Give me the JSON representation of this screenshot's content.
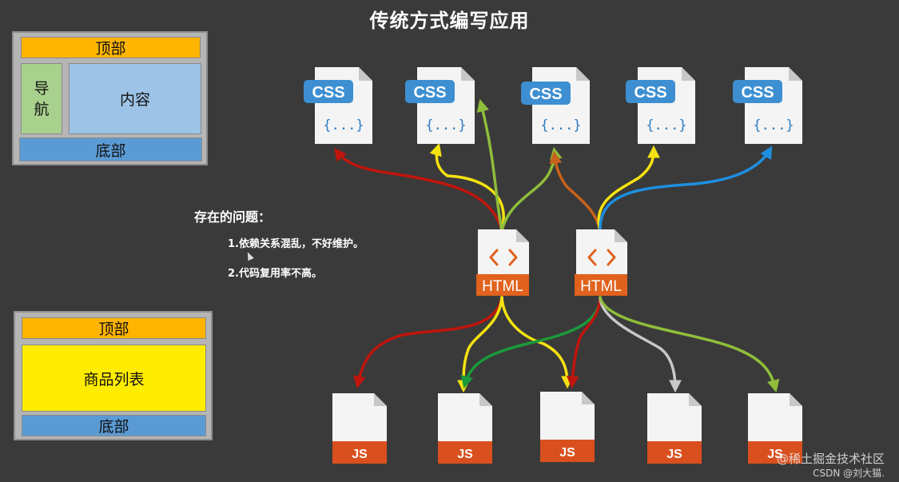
{
  "title": "传统方式编写应用",
  "layout1": {
    "header": "顶部",
    "nav": "导航",
    "content": "内容",
    "footer": "底部"
  },
  "layout2": {
    "header": "顶部",
    "list": "商品列表",
    "footer": "底部"
  },
  "problems": {
    "heading": "存在的问题：",
    "items": [
      "1.依赖关系混乱，不好维护。",
      "2.代码复用率不高。"
    ]
  },
  "files": {
    "css_label": "CSS",
    "css_body": "{...}",
    "html_label": "HTML",
    "js_label": "JS"
  },
  "colors": {
    "background": "#3a3a3a",
    "header_orange": "#ffb400",
    "nav_green": "#a9d18e",
    "content_blue": "#9dc3e6",
    "footer_blue": "#5b9bd5",
    "list_yellow": "#ffec00",
    "css_badge": "#3d8fd1",
    "html_badge": "#e1621d",
    "js_badge": "#d9501e",
    "arrow_red": "#c0150c",
    "arrow_yellow": "#f5e211",
    "arrow_olive": "#8fbe3a",
    "arrow_orange": "#c8621a",
    "arrow_blue": "#1e8fe0",
    "arrow_green": "#1a9a3a",
    "arrow_gray": "#c8c8c8"
  },
  "watermark": {
    "line1": "@稀土掘金技术社区",
    "line2": "CSDN @刘大猫."
  }
}
